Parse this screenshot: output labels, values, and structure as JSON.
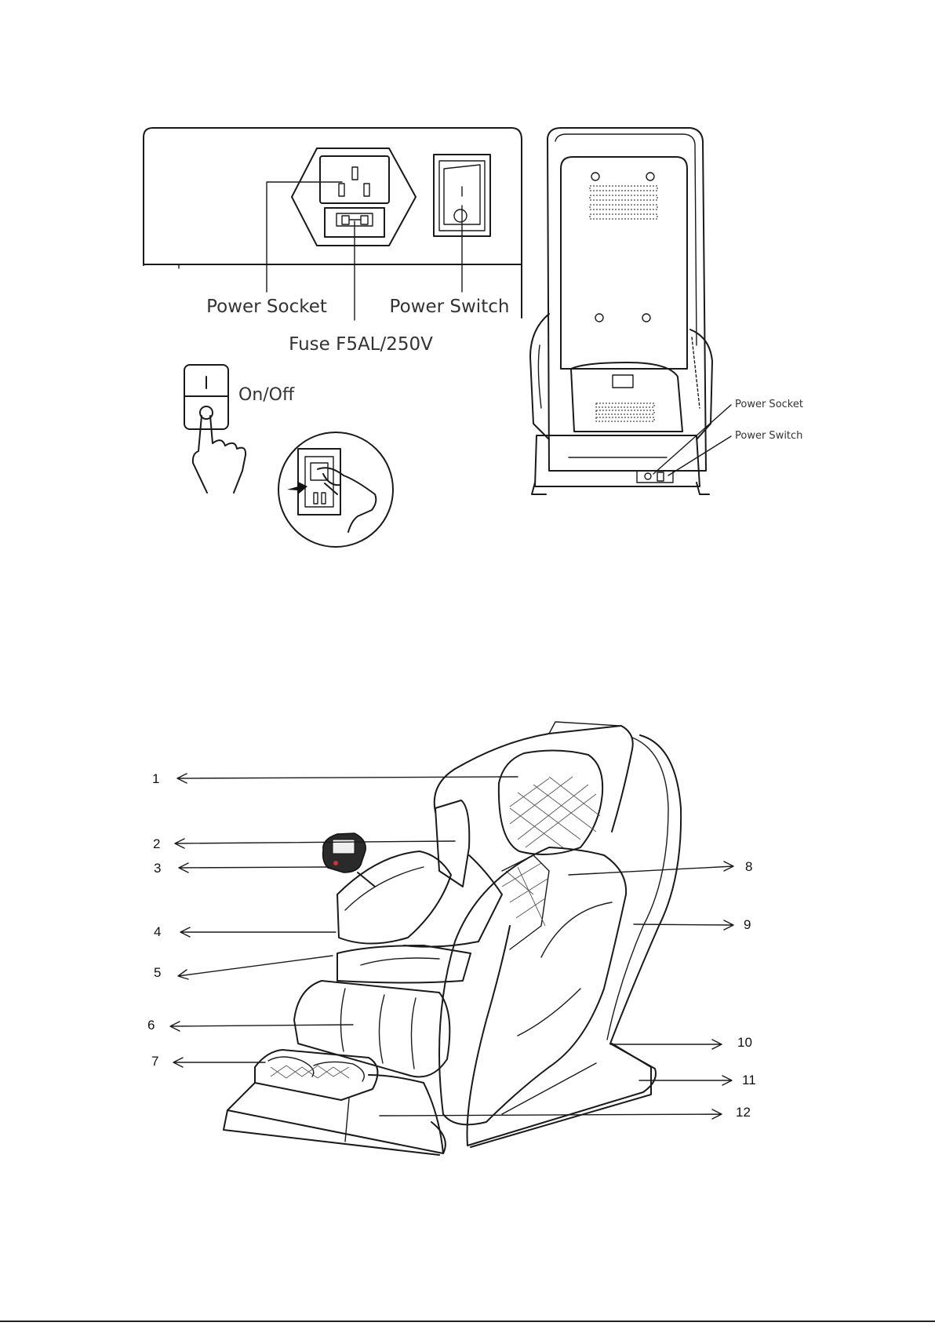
{
  "power_panel": {
    "power_socket": "Power Socket",
    "power_switch": "Power Switch",
    "fuse": "Fuse F5AL/250V",
    "switch_mark": "I"
  },
  "on_off": {
    "label": "On/Off",
    "switch_mark": "I"
  },
  "chair_back_callouts": {
    "power_socket": "Power Socket",
    "power_switch": "Power Switch"
  },
  "parts_diagram": {
    "callouts": [
      "1",
      "2",
      "3",
      "4",
      "5",
      "6",
      "7",
      "8",
      "9",
      "10",
      "11",
      "12"
    ]
  }
}
